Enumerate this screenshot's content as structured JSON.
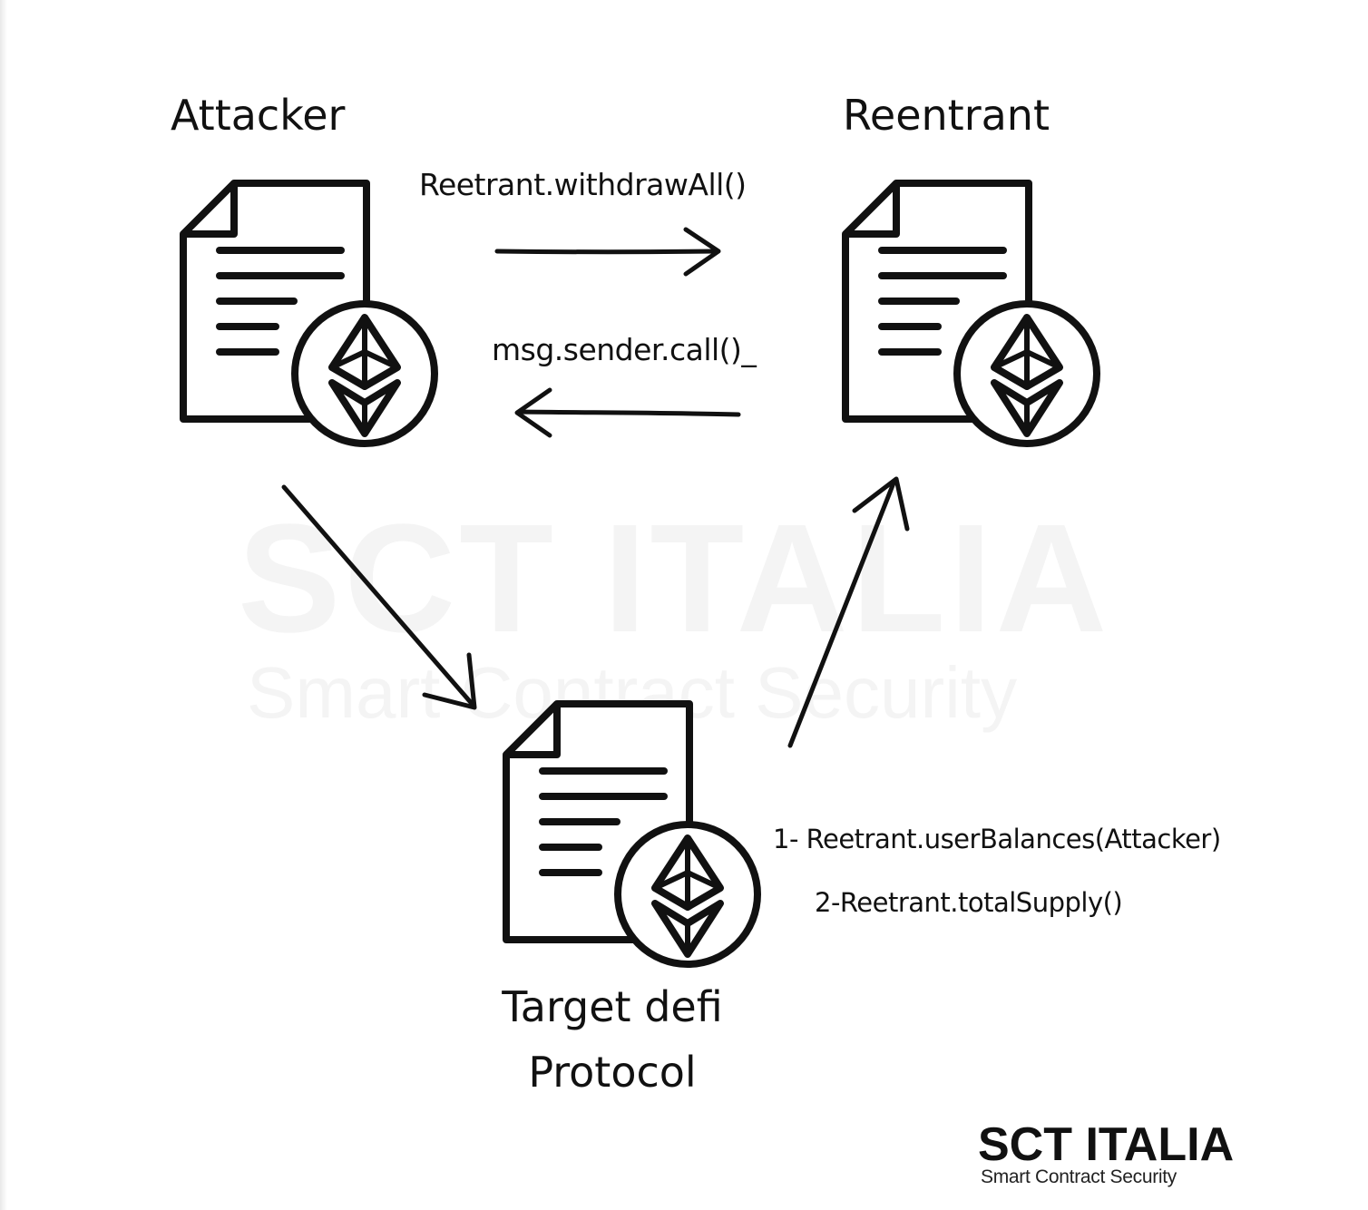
{
  "nodes": {
    "attacker": {
      "title": "Attacker"
    },
    "reentrant": {
      "title": "Reentrant"
    },
    "target": {
      "title_line1": "Target defi",
      "title_line2": "Protocol"
    }
  },
  "edges": {
    "withdraw": {
      "label": "Reetrant.withdrawAll()"
    },
    "callback": {
      "label": "msg.sender.call()_"
    }
  },
  "notes": {
    "line1": "1- Reetrant.userBalances(Attacker)",
    "line2": "2-Reetrant.totalSupply()"
  },
  "watermark": {
    "title": "SCT ITALIA",
    "subtitle": "Smart Contract Security"
  },
  "brand": {
    "name": "SCT ITALIA",
    "tagline": "Smart Contract Security"
  },
  "icons": {
    "contract": "document-ethereum-icon"
  }
}
